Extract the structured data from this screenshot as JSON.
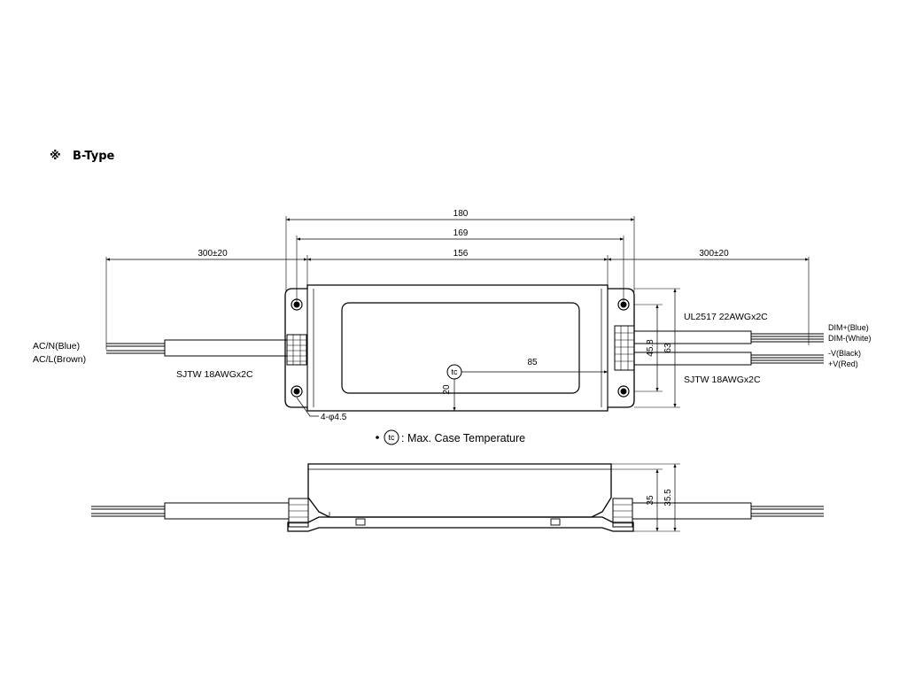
{
  "title": {
    "marker": "※",
    "text": "B-Type"
  },
  "dimensions": {
    "overall_length": "180",
    "mount_pitch": "169",
    "body_length": "156",
    "left_cable": "300±20",
    "right_cable": "300±20",
    "tc_x": "85",
    "tc_y": "20",
    "mount_pitch_width": "45.8",
    "width": "63",
    "height_body": "35",
    "height_total": "35.5",
    "holes": "4-φ4.5"
  },
  "wires": {
    "input": [
      "AC/N(Blue)",
      "AC/L(Brown)"
    ],
    "input_cable": "SJTW 18AWGx2C",
    "dim_cable": "UL2517  22AWGx2C",
    "output_cable": "SJTW 18AWGx2C",
    "output": [
      "DIM+(Blue)",
      "DIM-(White)",
      "-V(Black)",
      "+V(Red)"
    ]
  },
  "legend": {
    "symbol": "tc",
    "text": ": Max. Case Temperature"
  }
}
